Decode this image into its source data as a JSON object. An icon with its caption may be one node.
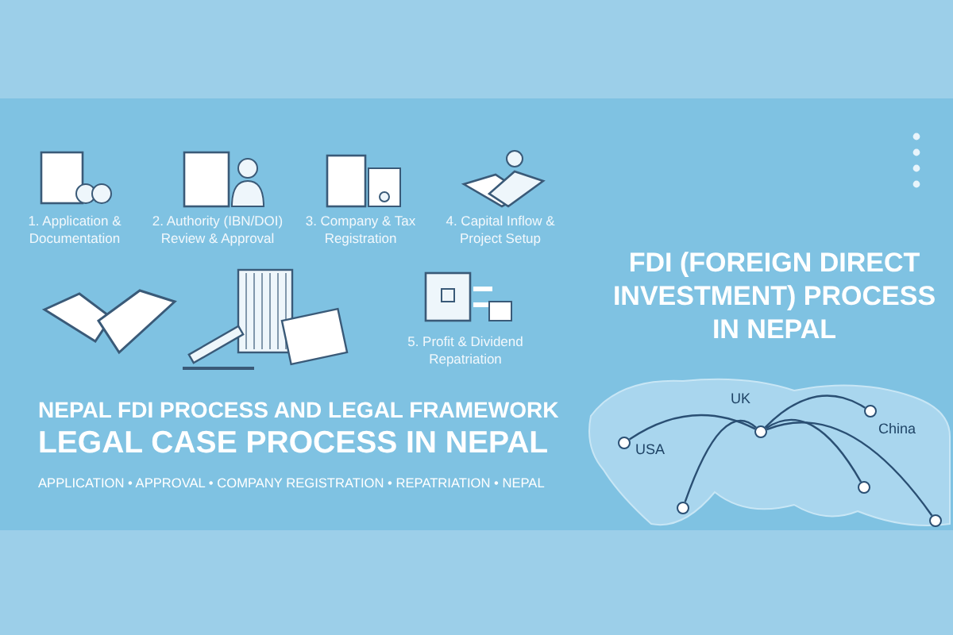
{
  "diagram": {
    "title": "FDI (FOREIGN DIRECT INVESTMENT) PROCESS IN NEPAL",
    "nodes": [
      {
        "text": [
          "1. Application & Documentation"
        ]
      },
      {
        "text": [
          "2. Authority (IBN/DOI) Review & Approval"
        ]
      },
      {
        "text": [
          "3. Company & Tax Registration"
        ]
      },
      {
        "text": [
          "4. Capital Inflow & Project Setup"
        ]
      },
      {
        "text": [
          "5. Profit & Dividend Repatriation"
        ]
      },
      {
        "text": [],
        "shape": "circle"
      },
      {
        "text": [
          "USA"
        ]
      },
      {
        "text": [],
        "shape": "circle"
      },
      {
        "text": [],
        "shape": "circle"
      },
      {
        "text": [],
        "shape": "circle"
      },
      {
        "text": [],
        "shape": "circle"
      }
    ],
    "edges": [
      {
        "from": 5,
        "to": 6,
        "arrow": "none"
      },
      {
        "from": 5,
        "to": 7,
        "arrow": "none"
      },
      {
        "from": 5,
        "to": 8,
        "arrow": "none"
      },
      {
        "from": 5,
        "to": 9,
        "arrow": "none"
      },
      {
        "from": 5,
        "to": 10,
        "arrow": "none"
      }
    ],
    "labels": [
      "UK",
      "China",
      "NEPAL FDI PROCESS AND LEGAL FRAMEWORK",
      "LEGAL CASE PROCESS IN NEPAL",
      "APPLICATION • APPROVAL • COMPANY REGISTRATION • REPATRIATION • NEPAL"
    ]
  }
}
